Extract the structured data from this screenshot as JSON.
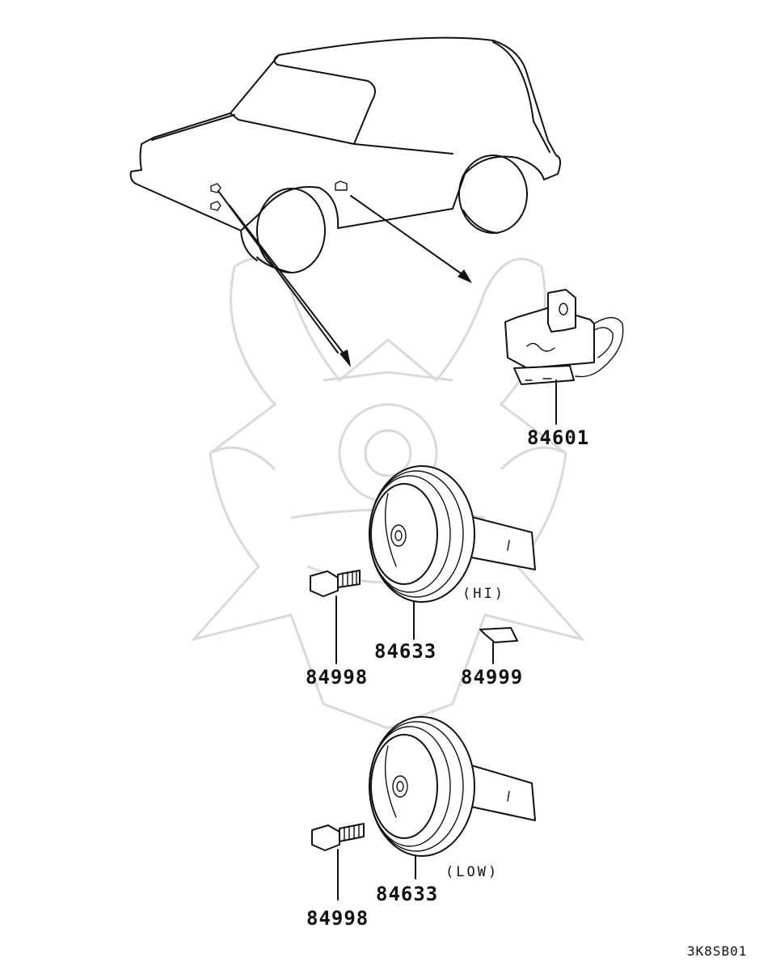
{
  "parts": {
    "relay": "84601",
    "horn_hi": "84633",
    "horn_low": "84633",
    "bolt_hi": "84998",
    "bolt_low": "84998",
    "bracket_clip": "84999"
  },
  "variants": {
    "hi": "(HI)",
    "low": "(LOW)"
  },
  "diagram_code": "3K8SB01",
  "watermark": "samurai-helmet-logo",
  "colors": {
    "line": "#111111",
    "watermark": "#d9d9d9",
    "background": "#ffffff"
  }
}
